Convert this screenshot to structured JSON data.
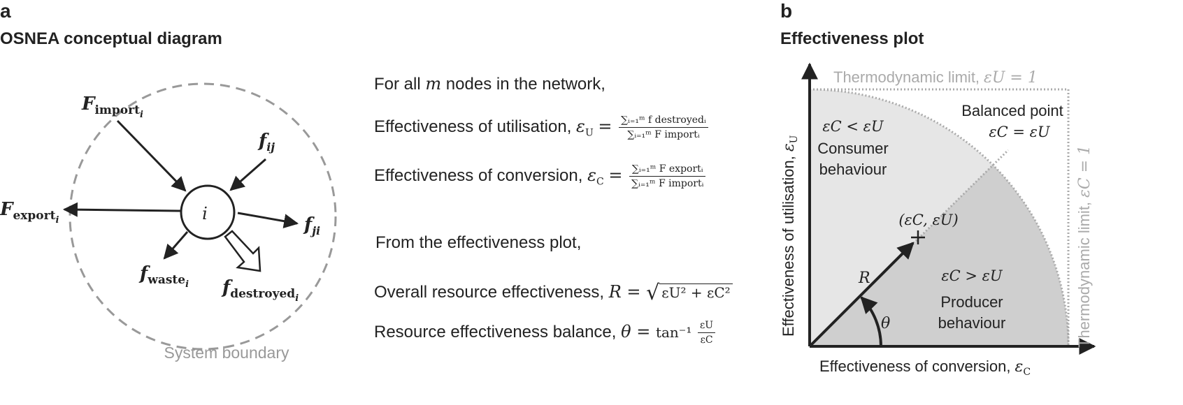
{
  "panel_a": {
    "letter": "a",
    "title": "OSNEA conceptual diagram",
    "node_label": "i",
    "system_boundary_label": "System boundary",
    "flows": {
      "import": {
        "symbol": "F",
        "sub": "import",
        "index": "i"
      },
      "export": {
        "symbol": "F",
        "sub": "export",
        "index": "i"
      },
      "fij": {
        "symbol": "f",
        "sub": "ij"
      },
      "fji": {
        "symbol": "f",
        "sub": "ji"
      },
      "waste": {
        "symbol": "f",
        "sub": "waste",
        "index": "i"
      },
      "destroyed": {
        "symbol": "f",
        "sub": "destroyed",
        "index": "i"
      }
    },
    "equations": {
      "intro": "For all",
      "intro_var": "m",
      "intro_rest": "nodes in the network,",
      "utilisation_label": "Effectiveness of utilisation,",
      "utilisation_num": "∑ᵢ₌₁ᵐ f destroyedᵢ",
      "utilisation_den": "∑ᵢ₌₁ᵐ F importᵢ",
      "conversion_label": "Effectiveness of conversion,",
      "conversion_num": "∑ᵢ₌₁ᵐ F exportᵢ",
      "conversion_den": "∑ᵢ₌₁ᵐ F importᵢ",
      "plot_intro": "From the effectiveness plot,",
      "overall_label": "Overall resource effectiveness,",
      "overall_expr": "εU² + εC²",
      "balance_label": "Resource effectiveness balance,",
      "balance_func": "tan⁻¹",
      "balance_num": "εU",
      "balance_den": "εC"
    }
  },
  "panel_b": {
    "letter": "b",
    "title": "Effectiveness plot",
    "x_axis_label": "Effectiveness of conversion,",
    "y_axis_label": "Effectiveness of utilisation,",
    "thermo_top": "Thermodynamic limit,",
    "thermo_top_eq": "εU = 1",
    "thermo_right": "Thermodynamic limit,",
    "thermo_right_eq": "εC = 1",
    "balanced_title": "Balanced point",
    "balanced_eq": "εC = εU",
    "consumer_eq": "εC < εU",
    "consumer_line1": "Consumer",
    "consumer_line2": "behaviour",
    "producer_eq": "εC > εU",
    "producer_line1": "Producer",
    "producer_line2": "behaviour",
    "point_label": "(εC, εU)",
    "r_label": "R",
    "theta_label": "θ",
    "colors": {
      "consumer_region": "#e6e6e6",
      "producer_region": "#cfcfcf",
      "limit_line": "#aaaaaa"
    }
  }
}
